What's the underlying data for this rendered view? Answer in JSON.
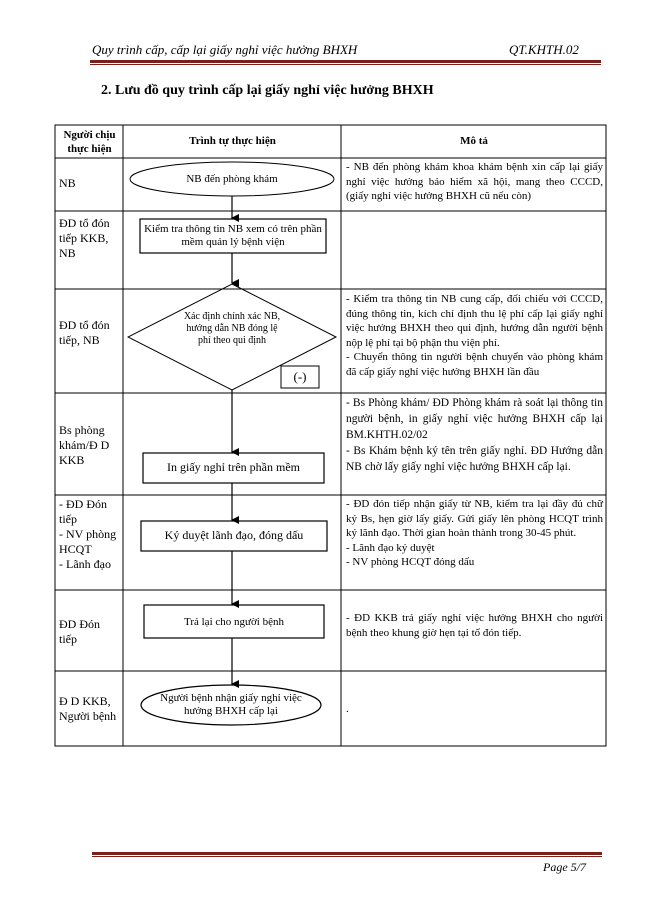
{
  "header": {
    "left": "Quy trình cấp, cấp lại giấy nghỉ việc hưởng BHXH",
    "right": "QT.KHTH.02"
  },
  "section_title": "2. Lưu đồ quy trình cấp lại giấy nghỉ việc hưởng BHXH",
  "table": {
    "headers": [
      "Người chịu thực hiện",
      "Trình tự thực hiện",
      "Mô tả"
    ],
    "rows": [
      {
        "actor": "NB",
        "step": "NB đến phòng khám",
        "desc": "- NB đến phòng khám khoa khám bệnh xin cấp lại giấy nghỉ việc hưởng bảo hiểm xã hội, mang theo CCCD, (giấy nghỉ việc hưởng BHXH cũ nếu còn)"
      },
      {
        "actor": "ĐD tổ đón tiếp KKB, NB",
        "step": "Kiểm tra thông tin NB xem có trên phần mềm quản lý bệnh viện",
        "desc": ""
      },
      {
        "actor": "ĐD tổ đón tiếp, NB",
        "step": "Xác định chính xác NB, hướng dẫn NB đóng lệ phí theo qui định",
        "decision_label": "(-)",
        "desc": "- Kiểm tra thông tin NB cung cấp, đối chiếu với CCCD, đúng thông tin, kích chỉ định thu lệ phí cấp lại giấy nghỉ việc hưởng BHXH theo qui định, hướng dẫn người bệnh nộp lệ phí tại bộ phận thu viện phí.\n- Chuyển thông tin người bệnh chuyển vào phòng khám đã cấp giấy nghỉ việc hưởng BHXH lần đầu"
      },
      {
        "actor": "Bs phòng khám/Đ D KKB",
        "step": "In giấy nghỉ trên phần mềm",
        "desc": "- Bs Phòng khám/ ĐD Phòng khám rà soát lại thông tin người bệnh, in giấy nghỉ việc hưởng BHXH cấp lại BM.KHTH.02/02\n- Bs Khám bệnh ký tên trên giấy nghỉ. ĐD Hướng dẫn NB chờ lấy giấy nghỉ việc hưởng BHXH cấp lại."
      },
      {
        "actor": "- ĐD Đón tiếp\n- NV phòng HCQT\n- Lãnh đạo",
        "step": "Ký duyệt lãnh đạo, đóng dấu",
        "desc": "- ĐD đón tiếp nhận giấy từ NB, kiểm tra lại đầy đủ chữ ký Bs, hẹn giờ lấy giấy. Gửi giấy lên phòng HCQT trình ký lãnh đạo. Thời gian hoàn thành trong 30-45 phút.\n- Lãnh đạo ký duyệt\n- NV phòng HCQT đóng dấu"
      },
      {
        "actor": "ĐD Đón tiếp",
        "step": "Trả lại cho người bệnh",
        "desc": "- ĐD KKB trả giấy nghỉ việc hưởng BHXH cho người bệnh theo khung giờ hẹn tại tổ đón tiếp."
      },
      {
        "actor": "Đ D KKB, Người bệnh",
        "step": "Người bệnh nhận giấy nghỉ việc hưởng BHXH cấp lại",
        "desc": "."
      }
    ]
  },
  "footer": {
    "page": "Page 5/7"
  }
}
